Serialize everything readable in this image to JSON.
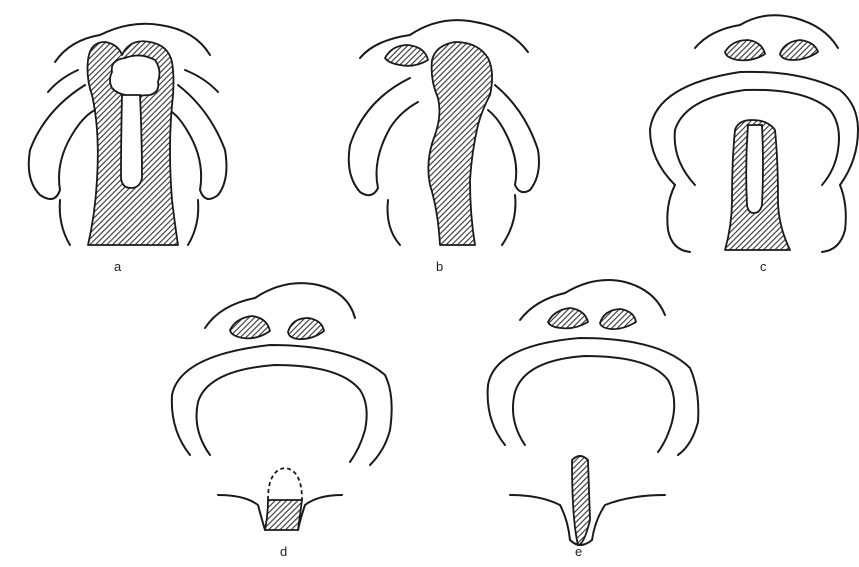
{
  "figure": {
    "panels": [
      {
        "id": "a",
        "label": "a"
      },
      {
        "id": "b",
        "label": "b"
      },
      {
        "id": "c",
        "label": "c"
      },
      {
        "id": "d",
        "label": "d"
      },
      {
        "id": "e",
        "label": "e"
      }
    ]
  }
}
